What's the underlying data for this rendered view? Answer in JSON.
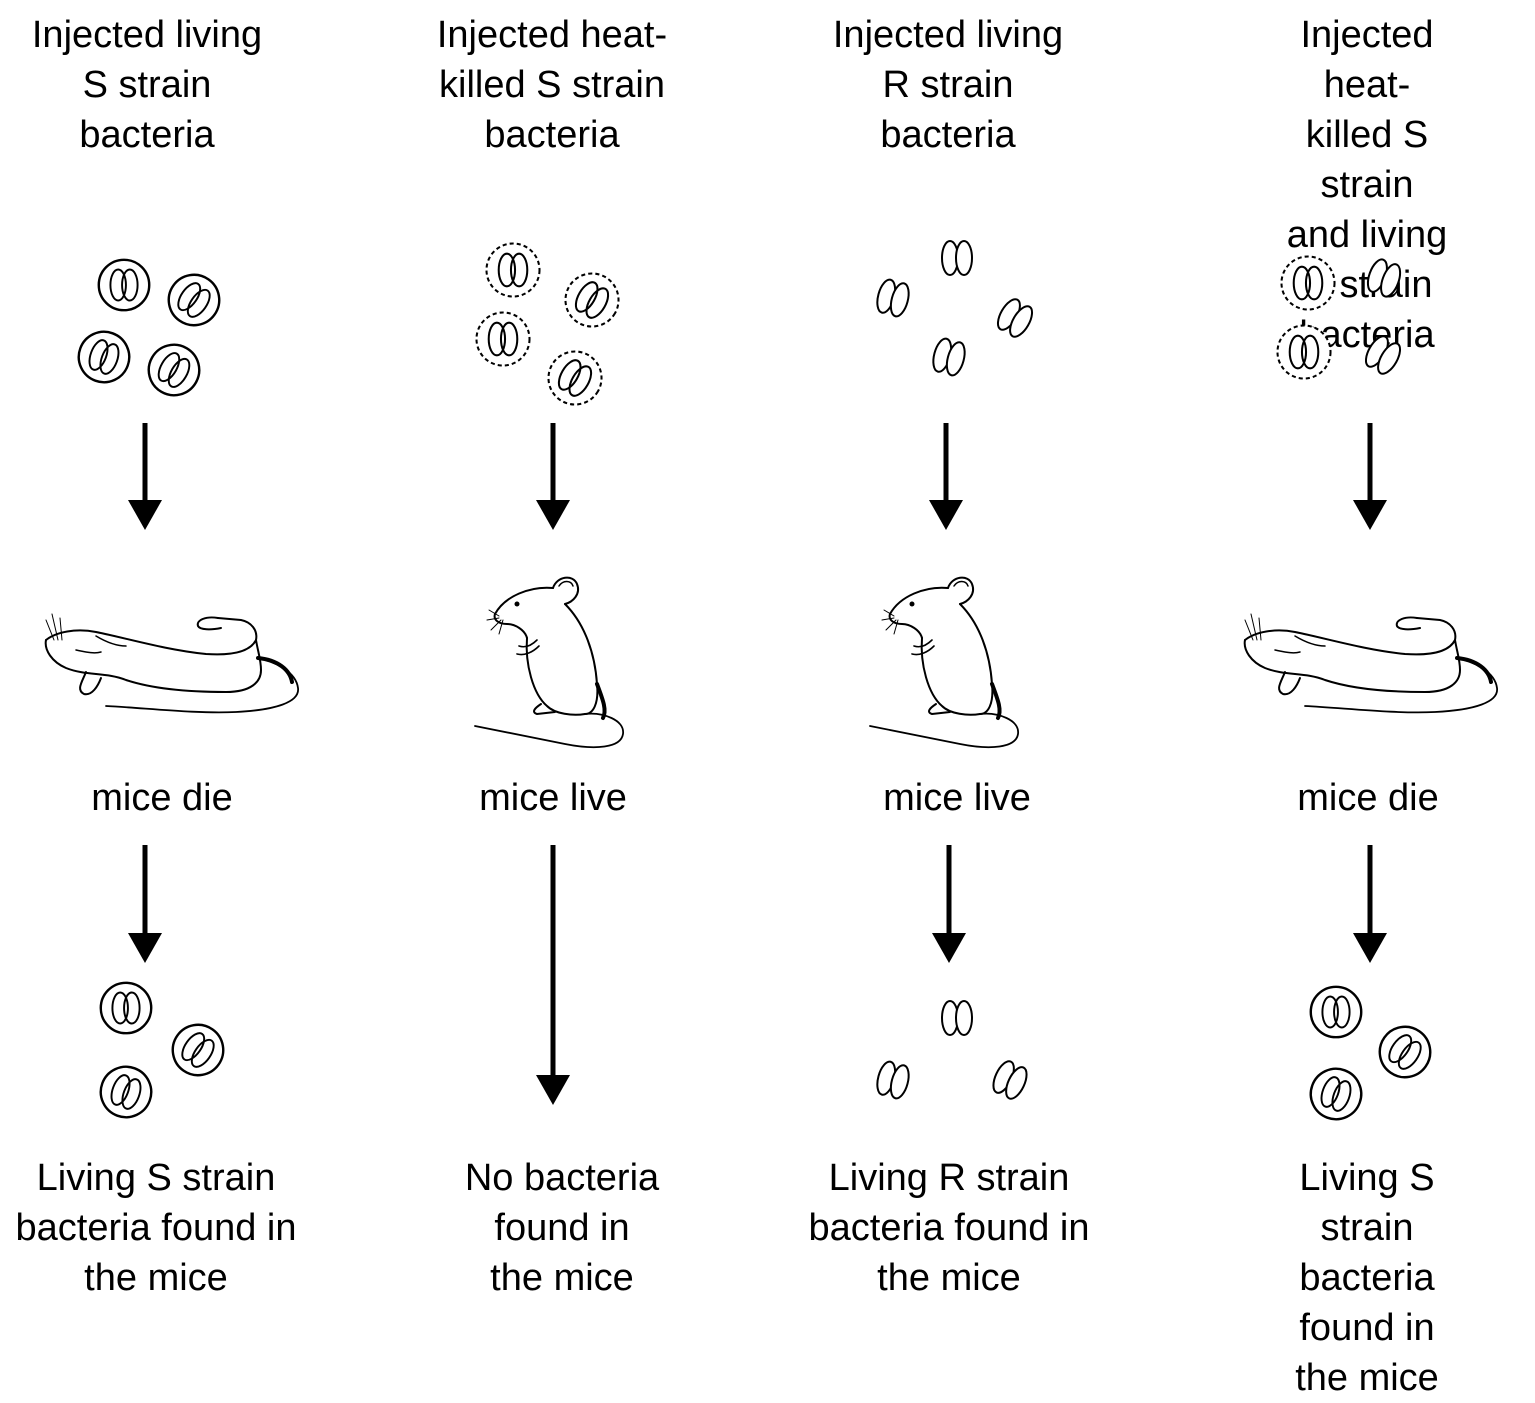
{
  "columns": [
    {
      "injection": "Injected living\nS strain\nbacteria",
      "outcome": "mice die",
      "finding": "Living S strain\nbacteria found in\nthe mice"
    },
    {
      "injection": "Injected heat-\nkilled S strain\nbacteria",
      "outcome": "mice live",
      "finding": "No bacteria\nfound in\nthe mice"
    },
    {
      "injection": "Injected living\nR strain\nbacteria",
      "outcome": "mice live",
      "finding": "Living R strain\nbacteria found in\nthe mice"
    },
    {
      "injection": "Injected heat-\nkilled S strain\nand living\nR strain bacteria",
      "outcome": "mice die",
      "finding": "Living S strain\nbacteria found in\nthe mice"
    }
  ],
  "icons": {
    "s_strain_living": "encapsulated-bacterium-icon",
    "s_strain_heat_killed": "dashed-capsule-bacterium-icon",
    "r_strain": "non-encapsulated-bacterium-icon",
    "dead_mouse": "dead-mouse-icon",
    "live_mouse": "live-mouse-icon"
  }
}
